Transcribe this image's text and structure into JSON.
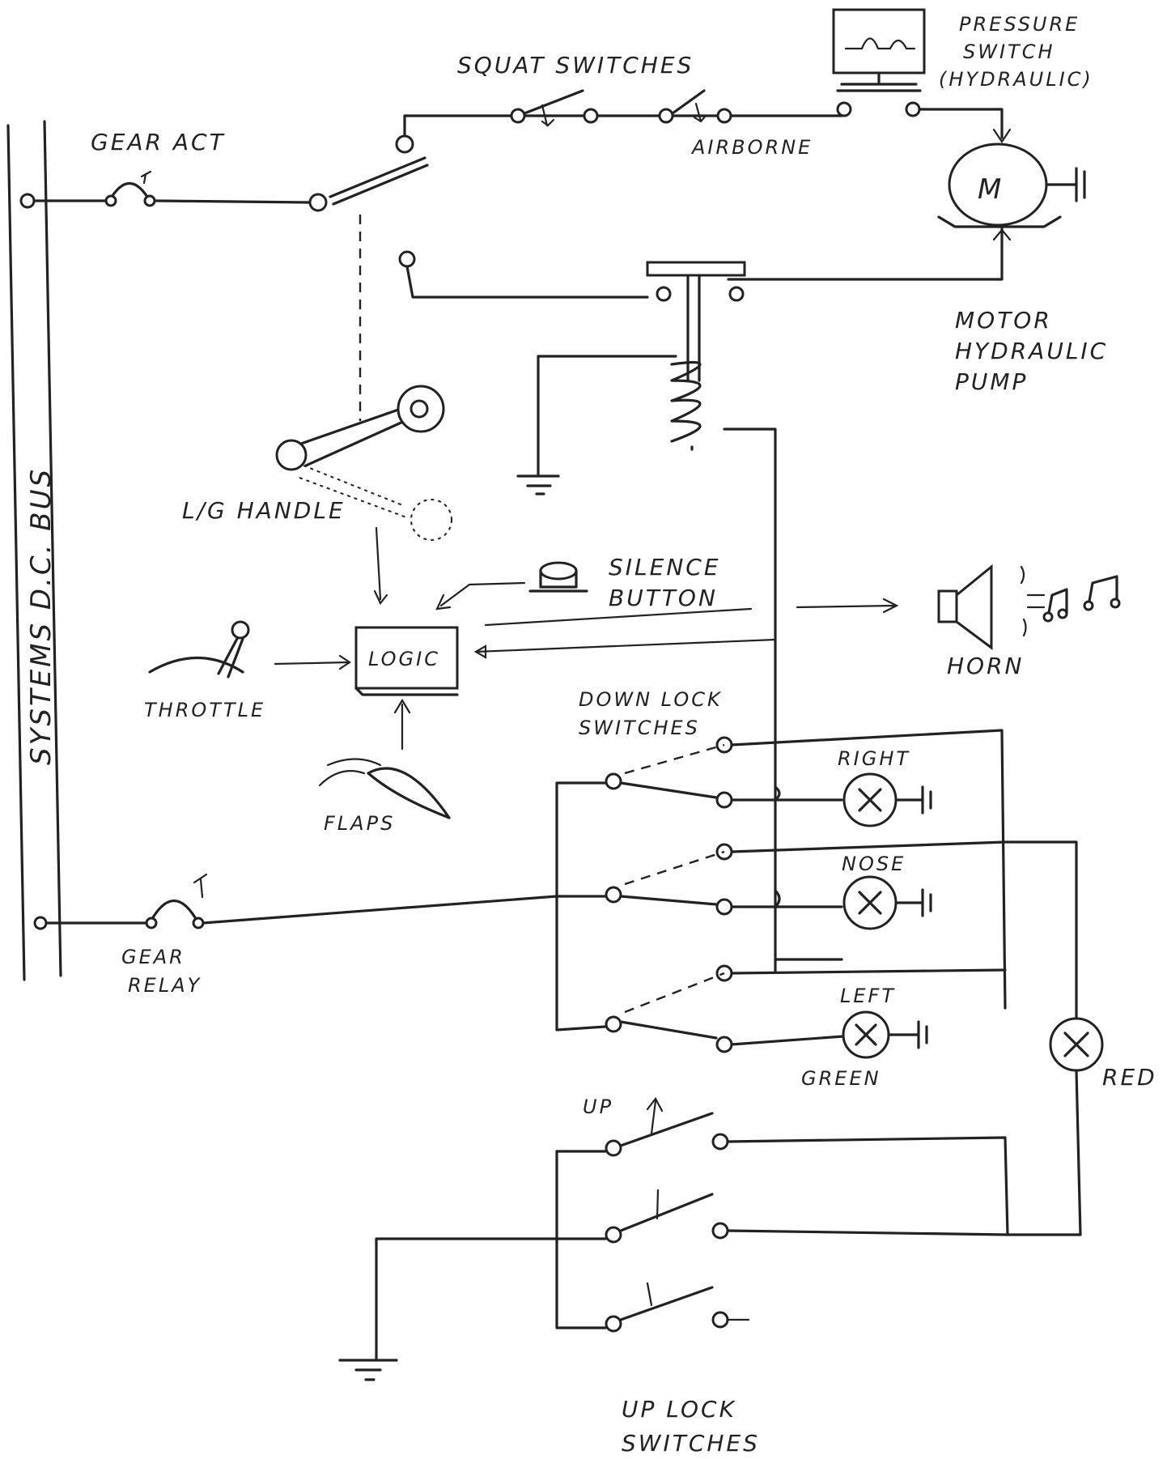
{
  "labels": {
    "squat_switches": "SQUAT SWITCHES",
    "airborne": "AIRBORNE",
    "pressure_switch_1": "PRESSURE",
    "pressure_switch_2": "SWITCH",
    "pressure_switch_3": "(HYDRAULIC)",
    "gear_act": "GEAR ACT",
    "motor_letter": "M",
    "motor_1": "MOTOR",
    "motor_2": "HYDRAULIC",
    "motor_3": "PUMP",
    "bus": "SYSTEMS   D.C. BUS",
    "lg_handle": "L/G HANDLE",
    "silence_1": "SILENCE",
    "silence_2": "BUTTON",
    "logic": "LOGIC",
    "throttle": "THROTTLE",
    "horn": "HORN",
    "downlock_1": "DOWN LOCK",
    "downlock_2": "SWITCHES",
    "right": "RIGHT",
    "nose": "NOSE",
    "left": "LEFT",
    "green": "GREEN",
    "red": "RED",
    "flaps": "FLAPS",
    "gear_relay_1": "GEAR",
    "gear_relay_2": "RELAY",
    "up": "UP",
    "uplock_1": "UP LOCK",
    "uplock_2": "SWITCHES"
  }
}
